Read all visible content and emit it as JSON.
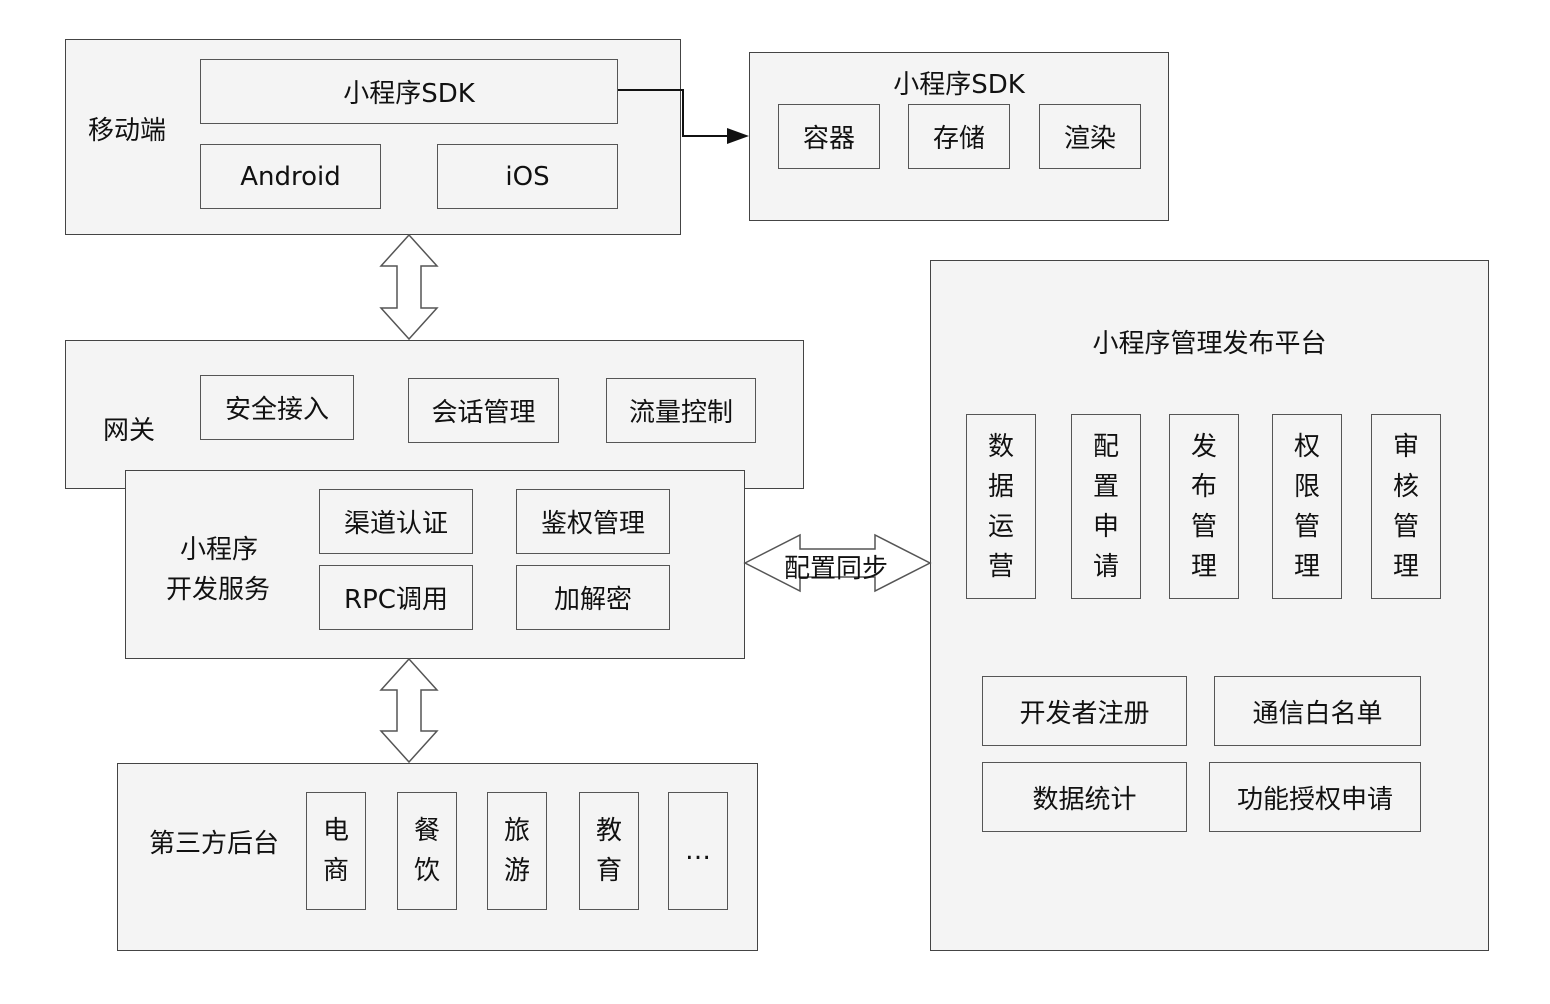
{
  "mobile": {
    "label": "移动端",
    "sdk": "小程序SDK",
    "android": "Android",
    "ios": "iOS"
  },
  "sdk_detail": {
    "title": "小程序SDK",
    "items": [
      "容器",
      "存储",
      "渲染"
    ]
  },
  "gateway": {
    "label": "网关",
    "items": [
      "安全接入",
      "会话管理",
      "流量控制"
    ]
  },
  "dev_service": {
    "label_line1": "小程序",
    "label_line2": "开发服务",
    "items": [
      "渠道认证",
      "鉴权管理",
      "RPC调用",
      "加解密"
    ]
  },
  "sync_label": "配置同步",
  "third_party": {
    "label": "第三方后台",
    "items": [
      "电商",
      "餐饮",
      "旅游",
      "教育",
      "…"
    ]
  },
  "platform": {
    "title": "小程序管理发布平台",
    "vertical_items": [
      "数据运营",
      "配置申请",
      "发布管理",
      "权限管理",
      "审核管理"
    ],
    "bottom_items": [
      "开发者注册",
      "通信白名单",
      "数据统计",
      "功能授权申请"
    ]
  },
  "colors": {
    "box_fill": "#f4f4f4",
    "stroke": "#444444"
  }
}
